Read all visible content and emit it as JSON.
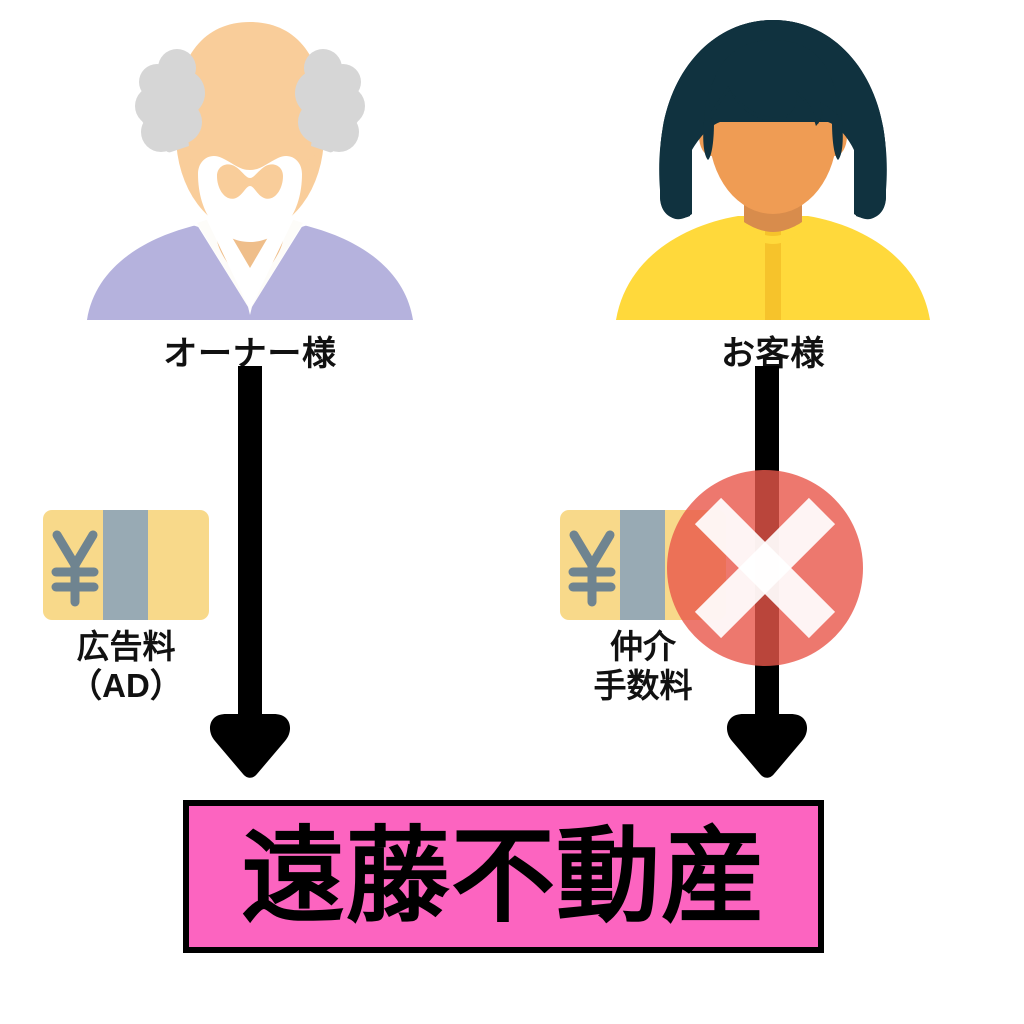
{
  "diagram": {
    "title_text": "遠藤不動産",
    "background_color": "#ffffff"
  },
  "people": [
    {
      "id": "owner",
      "label": "オーナー様",
      "role_icon": "elderly-man-avatar-icon",
      "skin_color": "#f7c893",
      "hair_color": "#d6d6d6",
      "clothing_color": "#b5b2dd"
    },
    {
      "id": "customer",
      "label": "お客様",
      "role_icon": "woman-avatar-icon",
      "skin_color": "#ef9c54",
      "hair_color": "#10323f",
      "clothing_color": "#ffd93b"
    }
  ],
  "flows": [
    {
      "id": "owner-to-agency",
      "arrow_icon": "down-arrow-icon",
      "arrow_color": "#000000",
      "fee": {
        "icon": "yen-money-card-icon",
        "card_color": "#f8d98a",
        "stripe_color": "#98aab4",
        "symbol": "¥",
        "lines": [
          "広告料",
          "（AD）"
        ]
      },
      "blocked": false
    },
    {
      "id": "customer-to-agency",
      "arrow_icon": "down-arrow-icon",
      "arrow_color": "#000000",
      "fee": {
        "icon": "yen-money-card-icon",
        "card_color": "#f8d98a",
        "stripe_color": "#98aab4",
        "symbol": "¥",
        "lines": [
          "仲介",
          "手数料"
        ]
      },
      "blocked": true,
      "block_marker": {
        "icon": "red-cross-circle-icon",
        "circle_color": "#e8564a",
        "cross_color": "#ffffff"
      }
    }
  ],
  "banner": {
    "label": "遠藤不動産",
    "fill_color": "#fc64c0",
    "border_color": "#000000"
  }
}
